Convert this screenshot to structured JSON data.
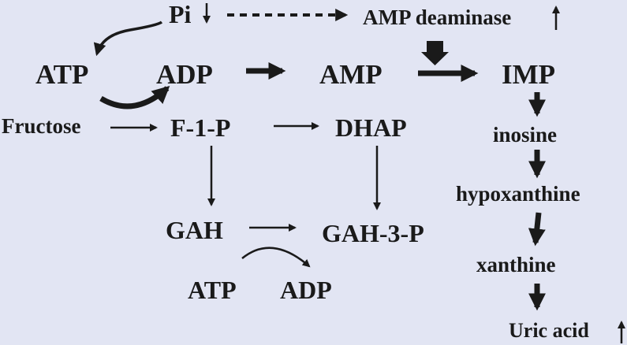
{
  "nodes": {
    "pi": "Pi",
    "amp_deaminase": "AMP deaminase",
    "atp_top": "ATP",
    "adp_top": "ADP",
    "amp": "AMP",
    "imp": "IMP",
    "fructose": "Fructose",
    "f1p": "F-1-P",
    "dhap": "DHAP",
    "inosine": "inosine",
    "hypoxanthine": "hypoxanthine",
    "gah": "GAH",
    "gah3p": "GAH-3-P",
    "xanthine": "xanthine",
    "atp_bottom": "ATP",
    "adp_bottom": "ADP",
    "uric_acid": "Uric acid"
  },
  "indicators": {
    "pi": "decrease",
    "amp_deaminase": "increase",
    "uric_acid": "increase"
  },
  "colors": {
    "background": "#e2e5f3",
    "ink": "#1a1a1a"
  }
}
